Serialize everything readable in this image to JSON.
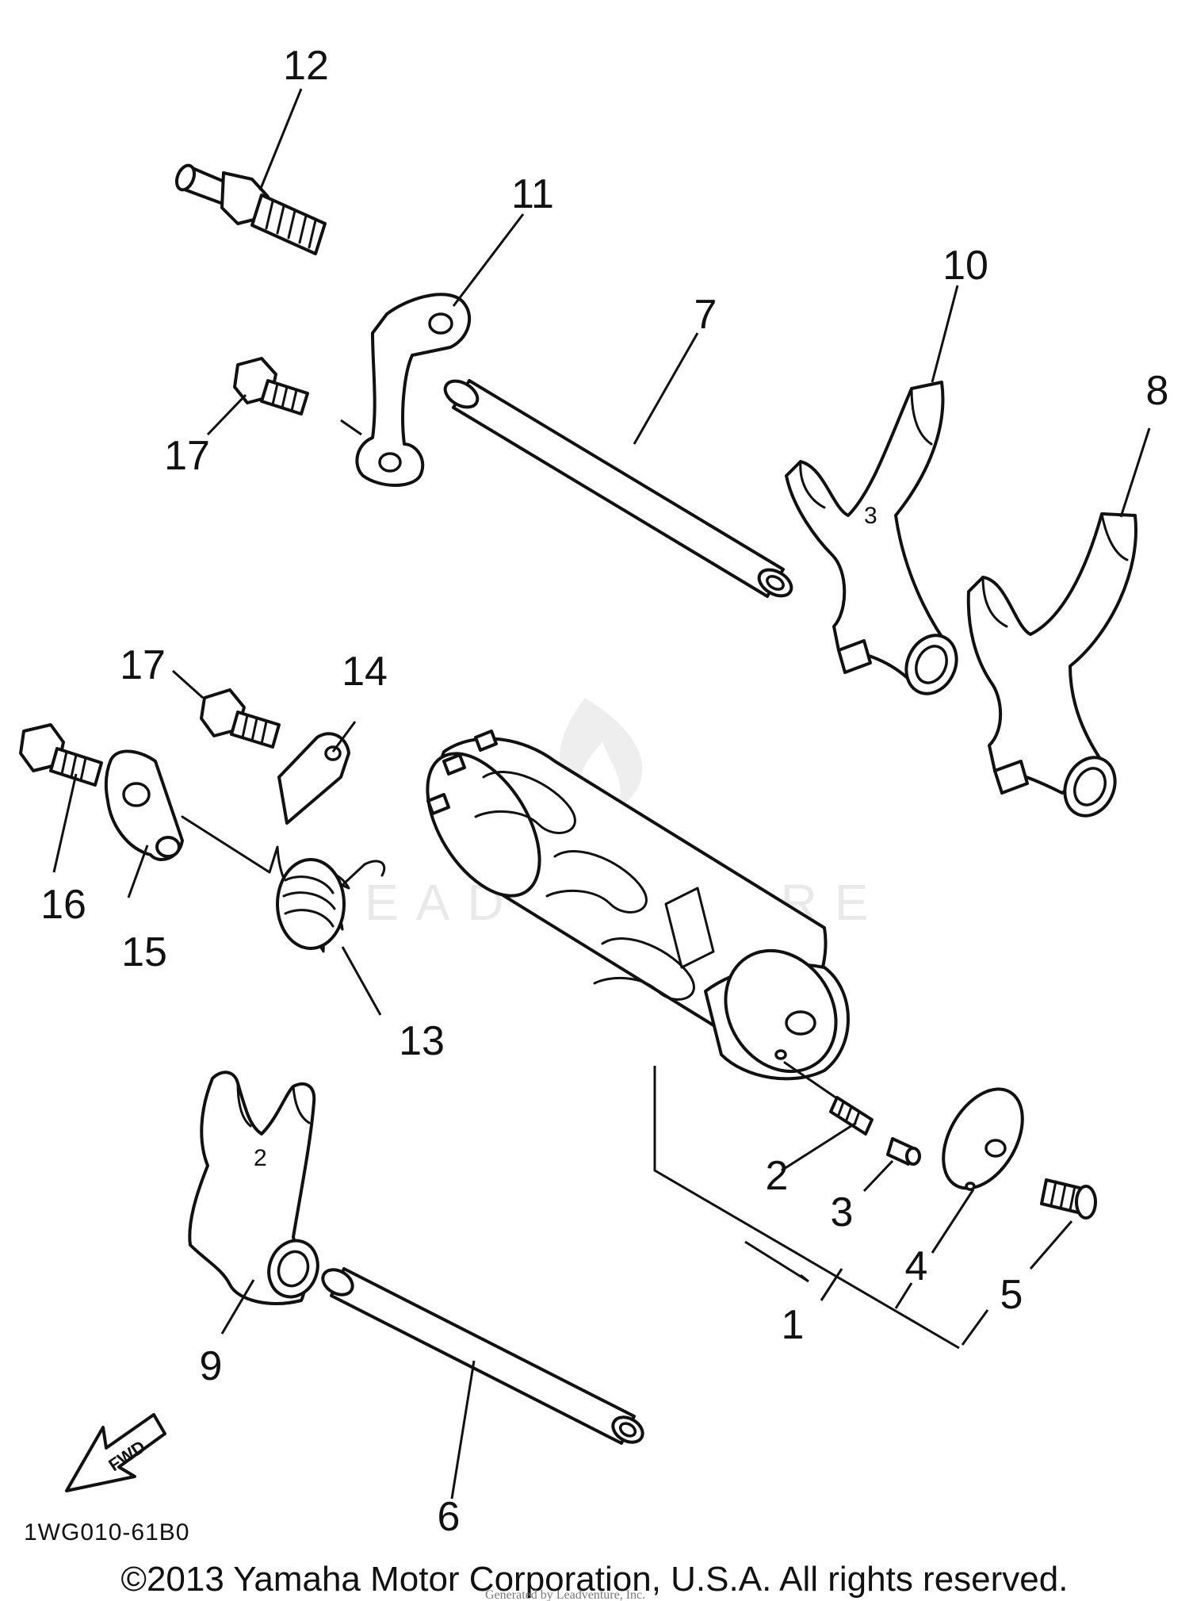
{
  "diagram": {
    "diagram_code": "1WG010-61B0",
    "copyright": "©2013 Yamaha Motor Corporation, U.S.A. All rights reserved.",
    "watermark": "LEADVENTURE",
    "fine_print": "Generated by Leadventure, Inc.",
    "direction_arrow": {
      "label": "FWD",
      "icon": "forward-arrow-icon"
    },
    "callouts": [
      {
        "id": "1",
        "label": "1"
      },
      {
        "id": "2",
        "label": "2"
      },
      {
        "id": "3",
        "label": "3"
      },
      {
        "id": "4",
        "label": "4"
      },
      {
        "id": "5",
        "label": "5"
      },
      {
        "id": "6",
        "label": "6"
      },
      {
        "id": "7",
        "label": "7"
      },
      {
        "id": "8",
        "label": "8"
      },
      {
        "id": "9",
        "label": "9"
      },
      {
        "id": "10",
        "label": "10"
      },
      {
        "id": "11",
        "label": "11"
      },
      {
        "id": "12",
        "label": "12"
      },
      {
        "id": "13",
        "label": "13"
      },
      {
        "id": "14",
        "label": "14"
      },
      {
        "id": "15",
        "label": "15"
      },
      {
        "id": "16",
        "label": "16"
      },
      {
        "id": "17a",
        "label": "17"
      },
      {
        "id": "17b",
        "label": "17"
      }
    ]
  }
}
